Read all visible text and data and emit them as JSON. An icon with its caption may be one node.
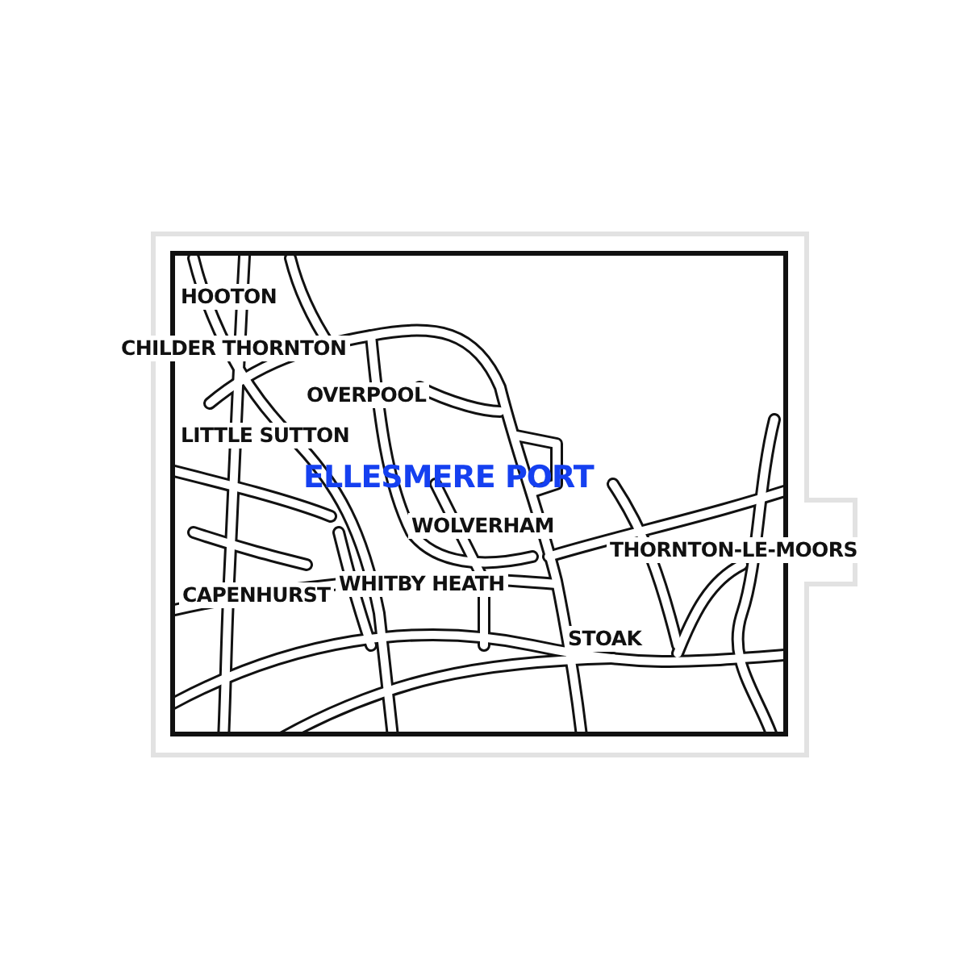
{
  "diagram": {
    "labels": [
      "HOOTON",
      "CHILDER THORNTON",
      "OVERPOOL",
      "LITTLE SUTTON",
      "ELLESMERE PORT",
      "WOLVERHAM",
      "THORNTON-LE-MOORS",
      "WHITBY HEATH",
      "CAPENHURST",
      "STOAK"
    ]
  }
}
